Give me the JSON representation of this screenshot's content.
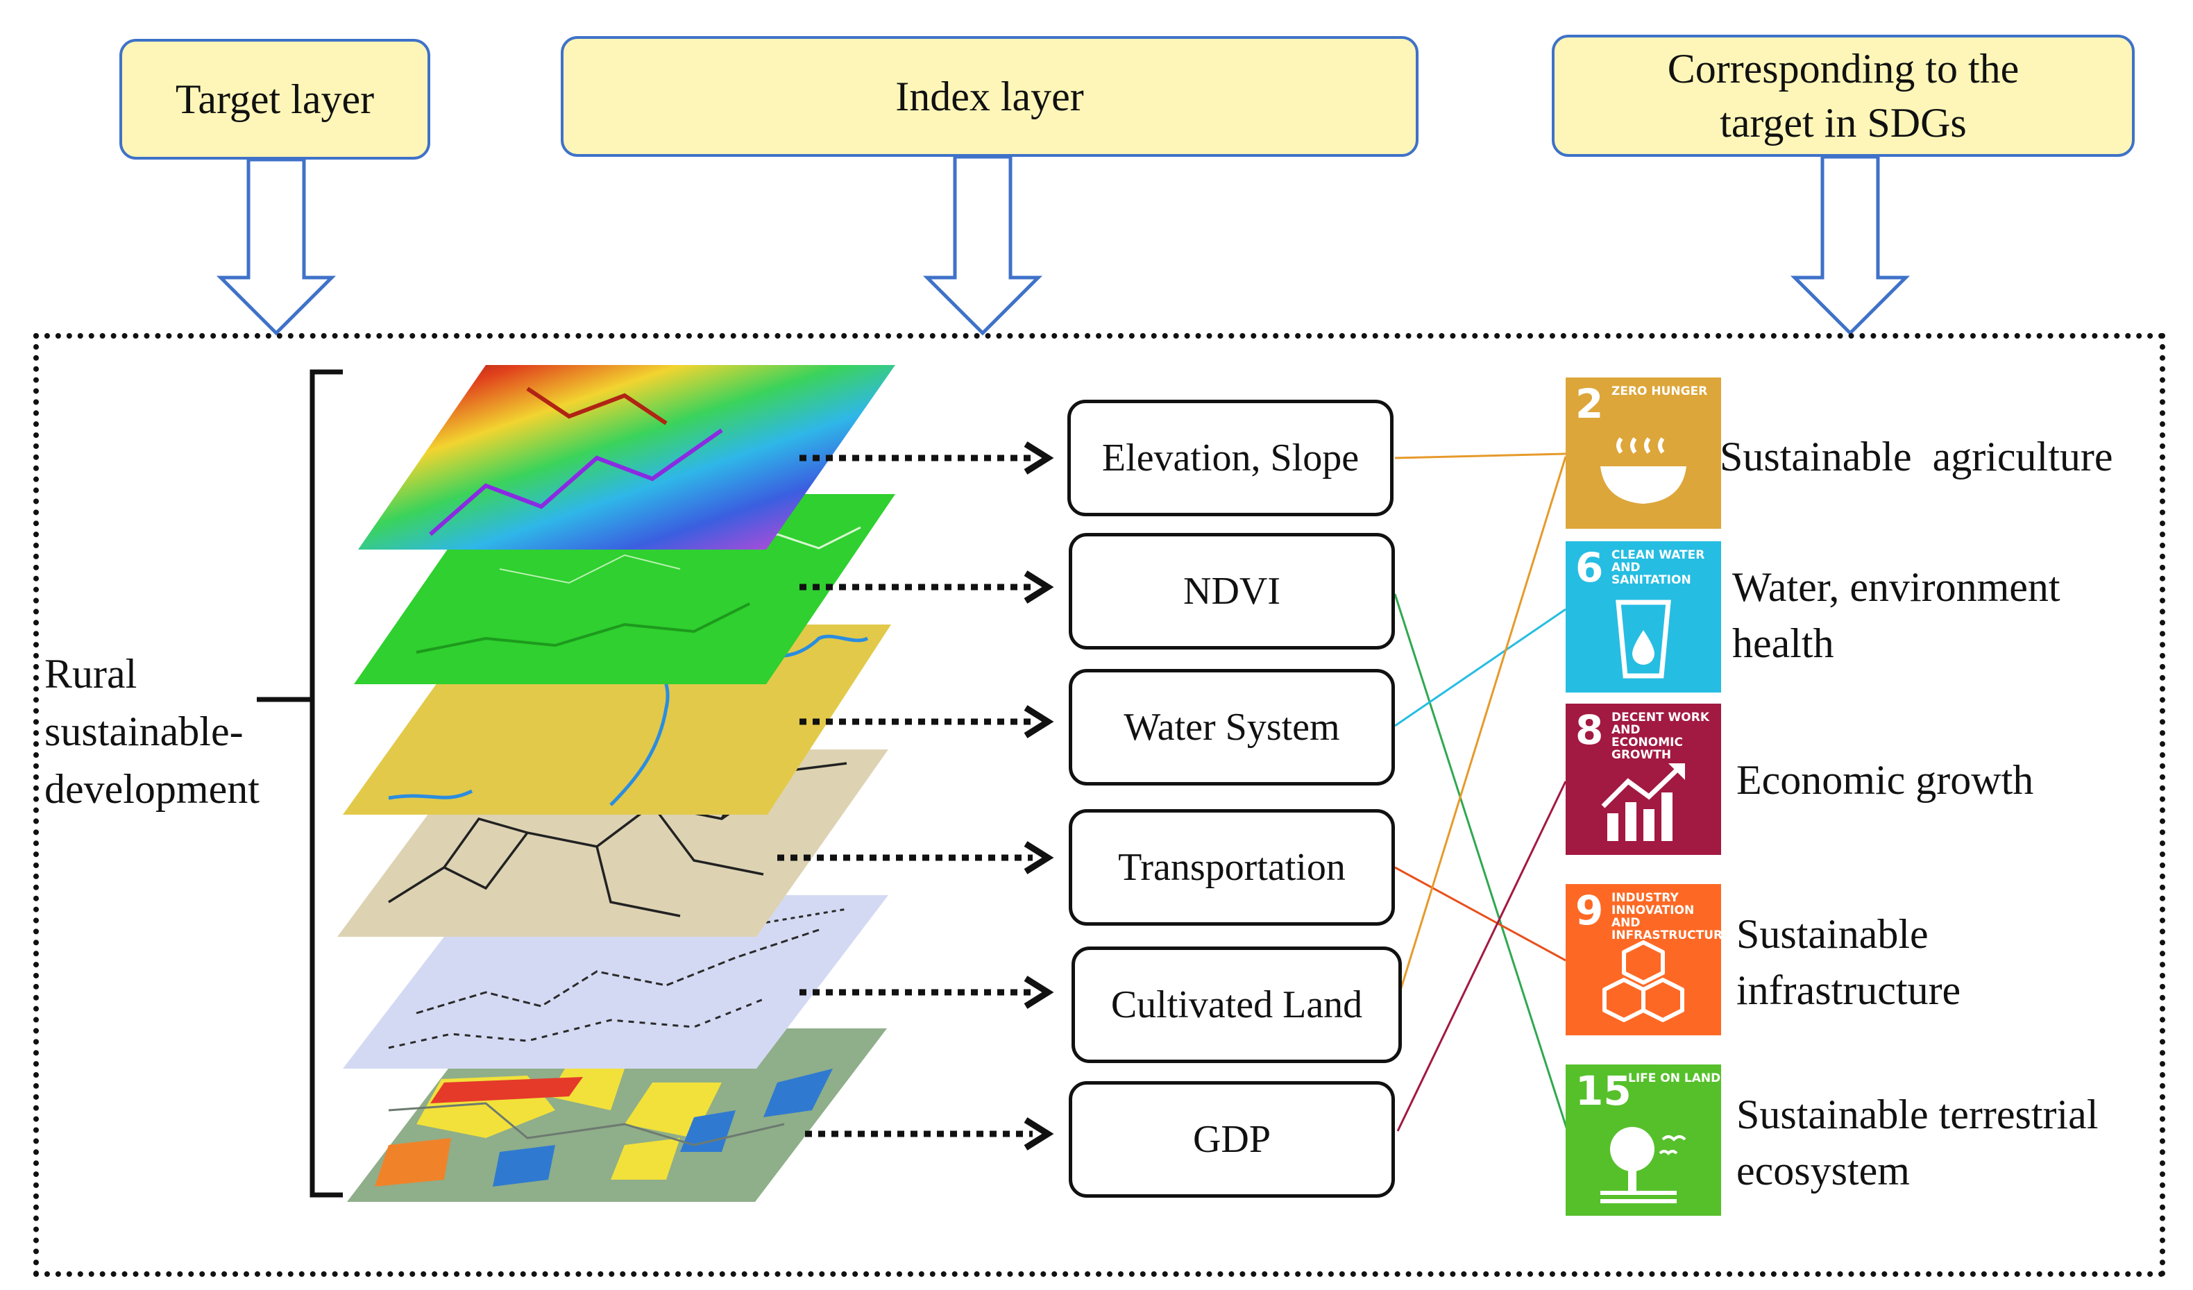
{
  "header": {
    "target_layer": "Target layer",
    "index_layer": "Index layer",
    "sdg_line1": "Corresponding to the",
    "sdg_line2": "target in SDGs"
  },
  "target": {
    "line1": "Rural",
    "line2": "sustainable-",
    "line3": "development"
  },
  "indices": [
    {
      "label": "Elevation, Slope"
    },
    {
      "label": "NDVI"
    },
    {
      "label": "Water System"
    },
    {
      "label": "Transportation"
    },
    {
      "label": "Cultivated Land"
    },
    {
      "label": "GDP"
    }
  ],
  "sdgs": [
    {
      "number": "2",
      "title": "Zero hunger",
      "icon": "bowl-icon",
      "color": "#DDA63A"
    },
    {
      "number": "6",
      "title": "Clean water and sanitation",
      "icon": "water-glass-icon",
      "color": "#26BDE2"
    },
    {
      "number": "8",
      "title": "Decent work and economic growth",
      "icon": "growth-chart-icon",
      "color": "#A21942"
    },
    {
      "number": "9",
      "title": "Industry innovation and infrastructure",
      "icon": "cubes-icon",
      "color": "#FD6925"
    },
    {
      "number": "15",
      "title": "Life on land",
      "icon": "tree-icon",
      "color": "#56C02B"
    }
  ],
  "goals": [
    {
      "line1": "Sustainable  agriculture",
      "line2": ""
    },
    {
      "line1": "Water, environment",
      "line2": "health"
    },
    {
      "line1": "Economic growth",
      "line2": ""
    },
    {
      "line1": "Sustainable",
      "line2": "infrastructure"
    },
    {
      "line1": "Sustainable terrestrial",
      "line2": "ecosystem"
    }
  ],
  "connections": [
    {
      "from": "Elevation, Slope",
      "to": "2",
      "color": "#E69A2A"
    },
    {
      "from": "NDVI",
      "to": "15",
      "color": "#2FA84F"
    },
    {
      "from": "Water System",
      "to": "6",
      "color": "#26BDE2"
    },
    {
      "from": "Transportation",
      "to": "9",
      "color": "#E8501C"
    },
    {
      "from": "Cultivated Land",
      "to": "2",
      "color": "#E69A2A"
    },
    {
      "from": "GDP",
      "to": "8",
      "color": "#A21942"
    }
  ],
  "map_layers": [
    {
      "name": "elevation-map-layer",
      "color": "#3a7fe0"
    },
    {
      "name": "ndvi-map-layer",
      "color": "#2fd02f"
    },
    {
      "name": "water-system-map-layer",
      "color": "#e2c94a"
    },
    {
      "name": "transportation-map-layer",
      "color": "#ddd3b3"
    },
    {
      "name": "cultivated-land-map-layer",
      "color": "#d4d9f3"
    },
    {
      "name": "gdp-map-layer",
      "color": "#8fae8a"
    }
  ]
}
